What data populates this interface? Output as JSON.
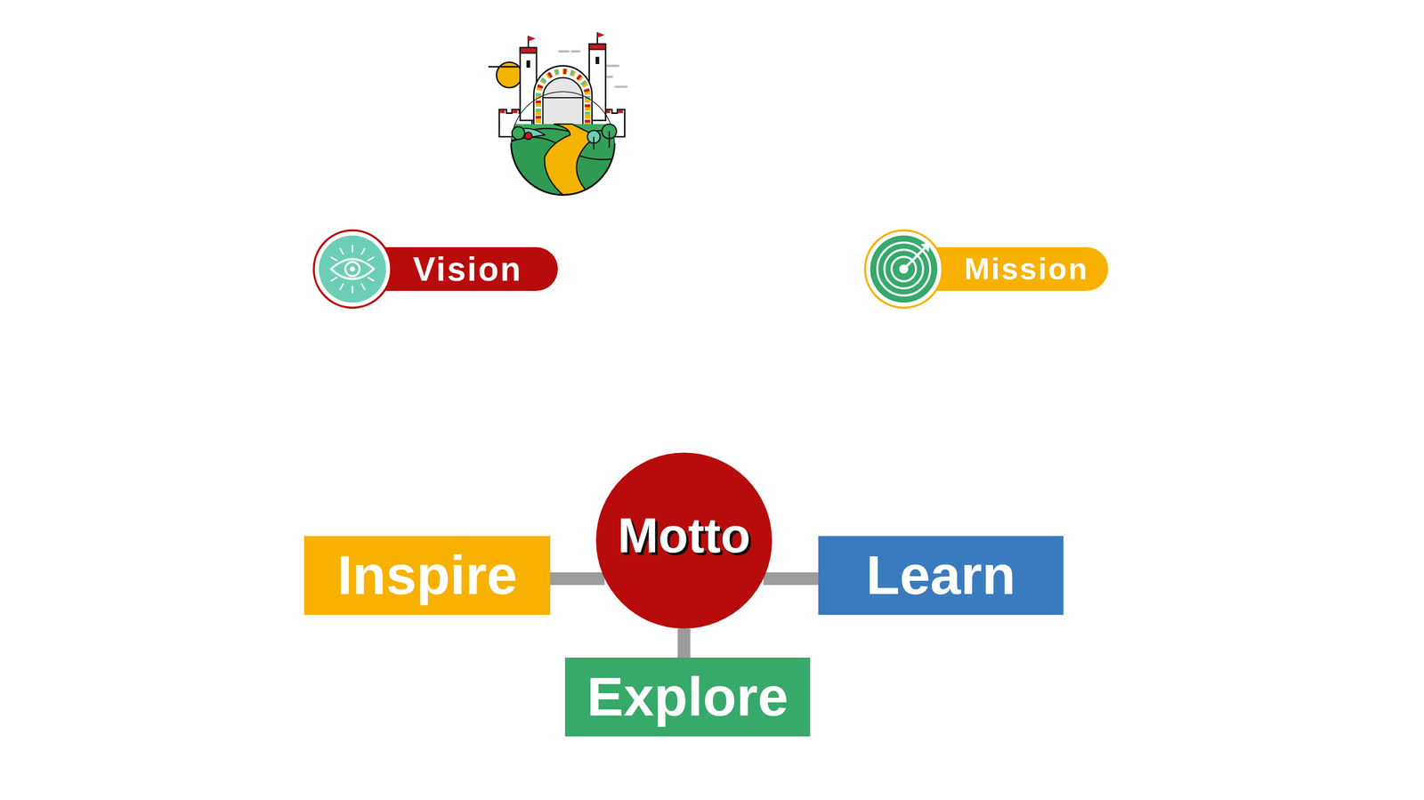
{
  "diagram": {
    "nodes": [
      {
        "text": [
          "Vision"
        ]
      },
      {
        "text": [
          "Mission"
        ]
      },
      {
        "text": [
          "Inspire"
        ]
      },
      {
        "text": [
          "Motto"
        ]
      },
      {
        "text": [
          "Learn"
        ]
      },
      {
        "text": [
          "Explore"
        ]
      }
    ],
    "edges": [
      {
        "from": 3,
        "to": 2,
        "arrow": "none"
      },
      {
        "from": 3,
        "to": 4,
        "arrow": "none"
      },
      {
        "from": 3,
        "to": 5,
        "arrow": "none"
      }
    ]
  }
}
